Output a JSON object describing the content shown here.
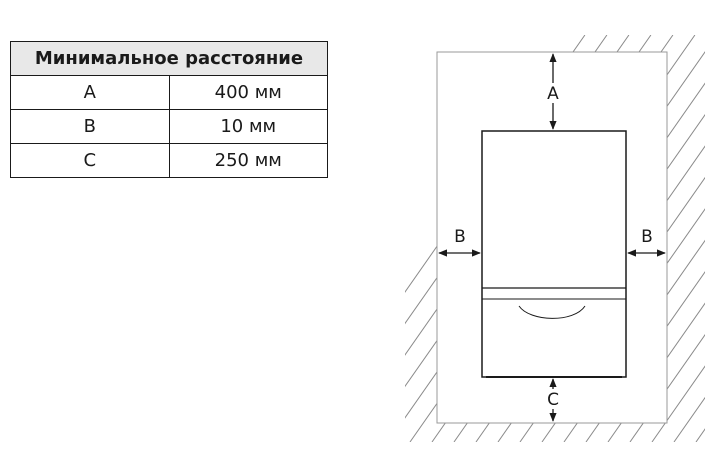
{
  "table": {
    "header": "Минимальное расстояние",
    "rows": [
      {
        "key": "A",
        "value": "400 мм"
      },
      {
        "key": "B",
        "value": "10 мм"
      },
      {
        "key": "C",
        "value": "250 мм"
      }
    ]
  },
  "diagram": {
    "labels": {
      "top": "A",
      "left": "B",
      "right": "B",
      "bottom": "C"
    }
  }
}
